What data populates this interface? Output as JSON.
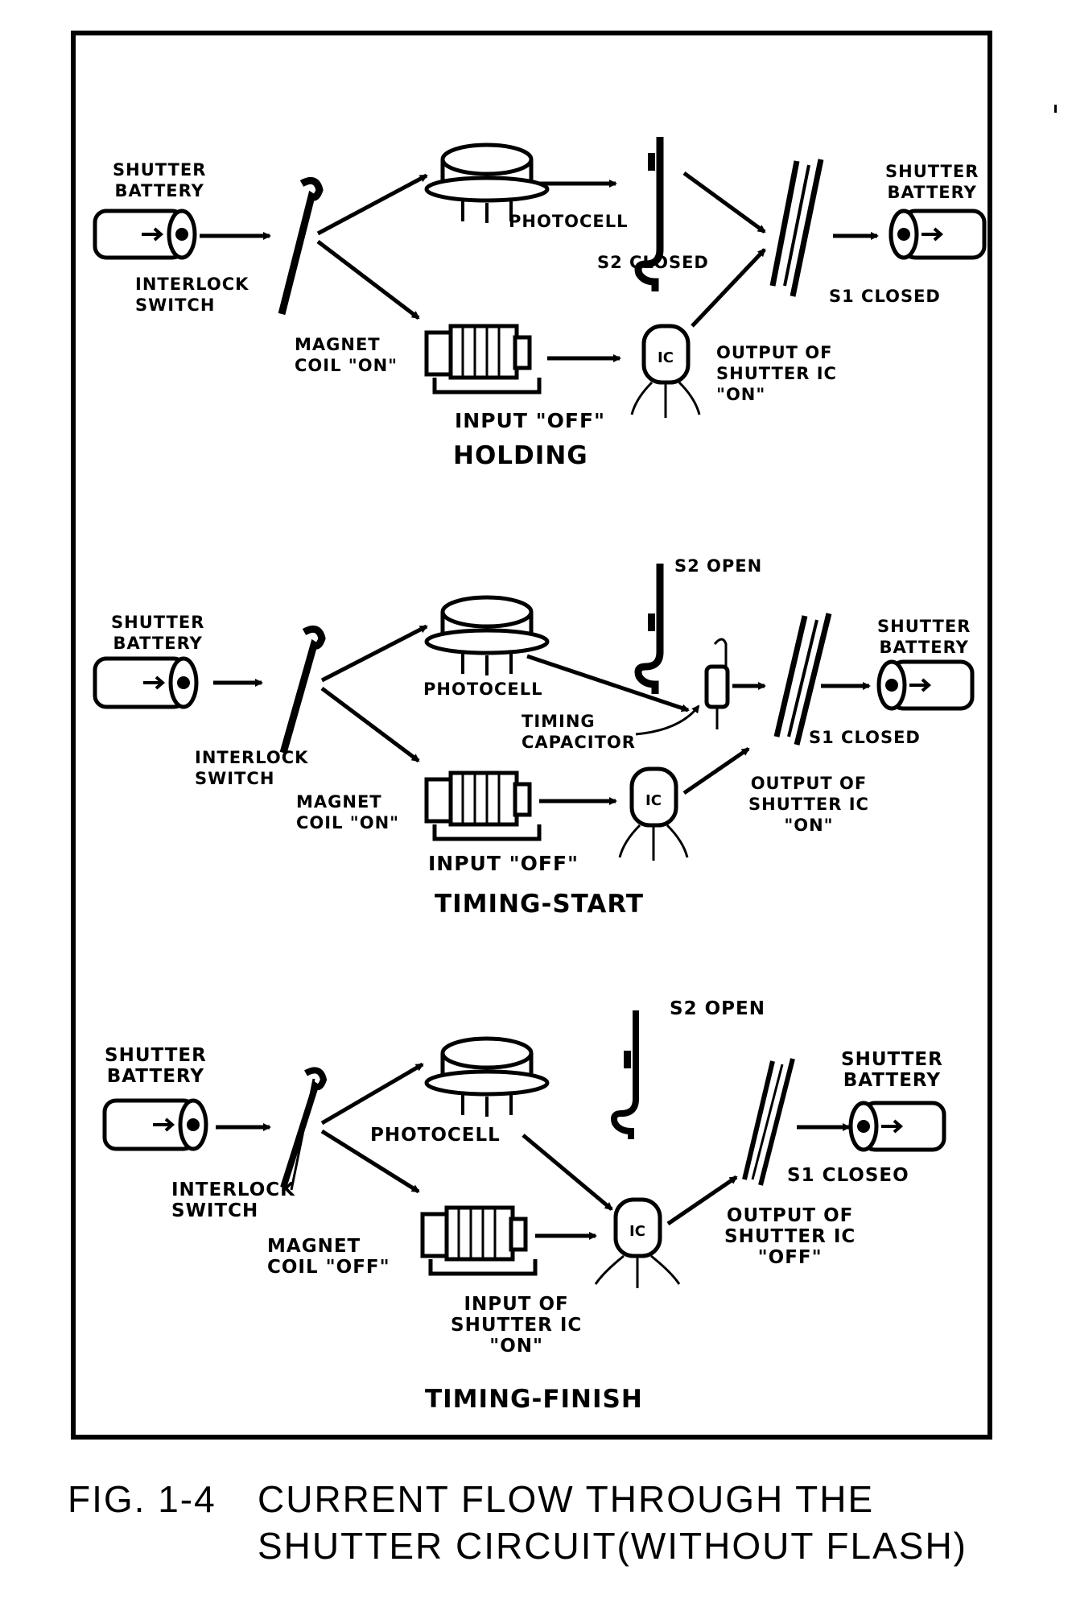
{
  "caption": {
    "figure_number": "FIG. 1-4",
    "line1": "CURRENT FLOW THROUGH THE",
    "line2": "SHUTTER CIRCUIT(WITHOUT FLASH)"
  },
  "panels": [
    {
      "title": "HOLDING",
      "labels": {
        "battery_in": "SHUTTER\nBATTERY",
        "interlock": "INTERLOCK\nSWITCH",
        "photocell": "PHOTOCELL",
        "s2": "S2 CLOSED",
        "s1": "S1 CLOSED",
        "battery_out": "SHUTTER\nBATTERY",
        "magnet": "MAGNET\nCOIL \"ON\"",
        "ic_output": "OUTPUT OF\nSHUTTER IC\n\"ON\"",
        "ic_input": "INPUT \"OFF\""
      }
    },
    {
      "title": "TIMING-START",
      "labels": {
        "battery_in": "SHUTTER\nBATTERY",
        "interlock": "INTERLOCK\nSWITCH",
        "photocell": "PHOTOCELL",
        "s2": "S2 OPEN",
        "timing_capacitor": "TIMING\nCAPACITOR",
        "s1": "S1 CLOSED",
        "battery_out": "SHUTTER\nBATTERY",
        "magnet": "MAGNET\nCOIL \"ON\"",
        "ic_output": "OUTPUT OF\nSHUTTER IC\n\"ON\"",
        "ic_input": "INPUT \"OFF\""
      }
    },
    {
      "title": "TIMING-FINISH",
      "labels": {
        "battery_in": "SHUTTER\nBATTERY",
        "interlock": "INTERLOCK\nSWITCH",
        "photocell": "PHOTOCELL",
        "s2": "S2 OPEN",
        "s1": "S1 CLOSEO",
        "battery_out": "SHUTTER\nBATTERY",
        "magnet": "MAGNET\nCOIL \"OFF\"",
        "ic_output": "OUTPUT OF\nSHUTTER IC\n\"OFF\"",
        "ic_input": "INPUT OF\nSHUTTER IC\n\"ON\""
      }
    }
  ],
  "icons": {
    "battery": "battery-icon",
    "interlock": "interlock-switch-icon",
    "photocell": "photocell-icon",
    "s2": "s2-switch-icon",
    "s1": "s1-switch-icon",
    "magnet": "magnet-coil-icon",
    "ic": "shutter-ic-icon",
    "capacitor": "timing-capacitor-icon",
    "ic_marking": "IC"
  },
  "colors": {
    "ink": "#000000",
    "paper": "#ffffff"
  }
}
